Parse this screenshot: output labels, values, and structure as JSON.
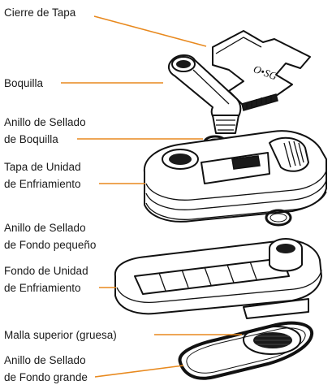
{
  "labels": {
    "cierre_tapa": "Cierre de Tapa",
    "boquilla": "Boquilla",
    "anillo_boquilla_l1": "Anillo de Sellado",
    "anillo_boquilla_l2": "de Boquilla",
    "tapa_unidad_l1": "Tapa de Unidad",
    "tapa_unidad_l2": "de Enfriamiento",
    "anillo_fondo_peq_l1": "Anillo de Sellado",
    "anillo_fondo_peq_l2": "de Fondo pequeño",
    "fondo_unidad_l1": "Fondo de Unidad",
    "fondo_unidad_l2": "de Enfriamiento",
    "malla_superior": "Malla superior (gruesa)",
    "anillo_fondo_grande_l1": "Anillo de Sellado",
    "anillo_fondo_grande_l2": "de Fondo grande"
  },
  "colors": {
    "leader_line": "#e8891e",
    "text": "#1a1a1a",
    "ink": "#111111"
  }
}
